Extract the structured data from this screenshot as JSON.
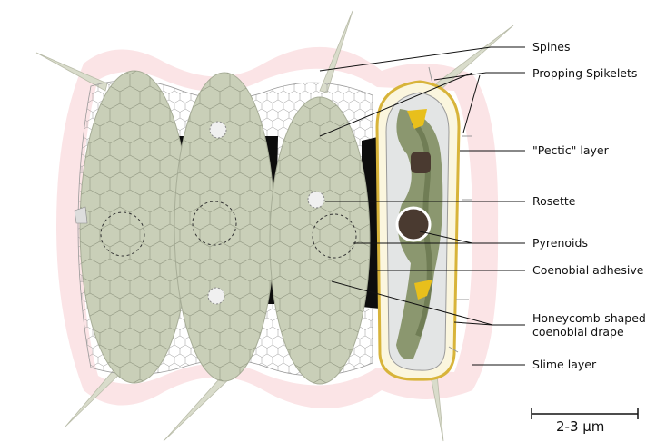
{
  "labels": {
    "spines": "Spines",
    "propping_spikelets": "Propping Spikelets",
    "pectic_layer": "\"Pectic\" layer",
    "rosette": "Rosette",
    "pyrenoids": "Pyrenoids",
    "coenobial_adhesive": "Coenobial adhesive",
    "honeycomb_line1": "Honeycomb-shaped",
    "honeycomb_line2": "coenobial drape",
    "slime_layer": "Slime layer"
  },
  "scale_bar": {
    "label": "2-3 µm"
  },
  "colors": {
    "cell_fill": "#c9cfb8",
    "cell_stroke": "#a7ad97",
    "slime": "#fbe4e6",
    "adhesive": "#0d0d0d",
    "pectic": "#d8b43a",
    "spine": "#d9dccb",
    "chloroplast": "#7b8a5a",
    "pyrenoid": "#4a3a30",
    "starch": "#e8bf1c"
  }
}
